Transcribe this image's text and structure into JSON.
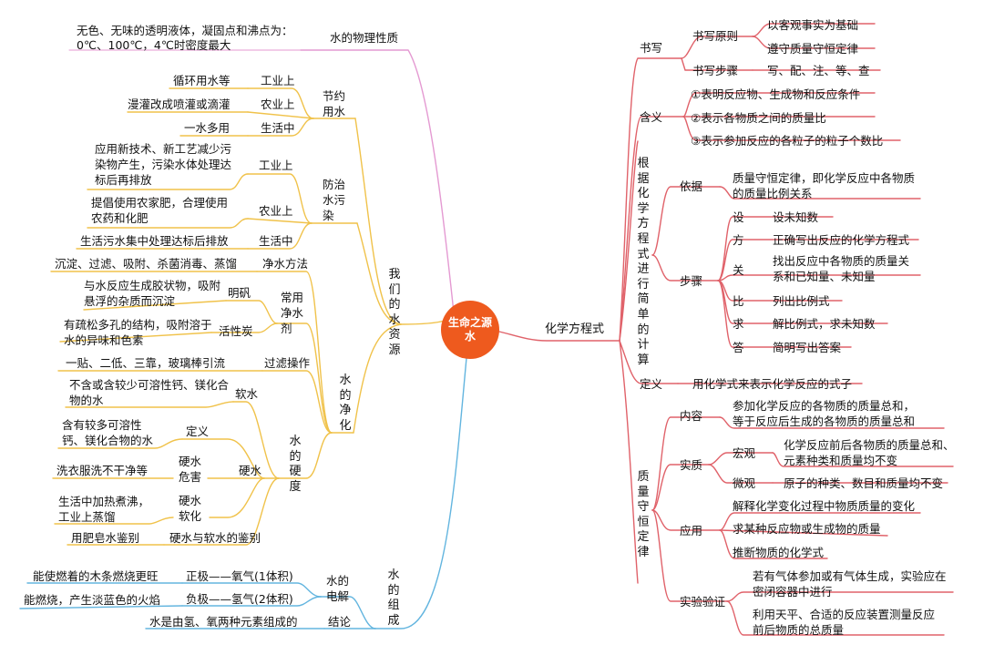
{
  "center": {
    "line1": "生命之源",
    "line2": "水"
  },
  "colors": {
    "center": "#ee5a1e",
    "physical": "#e49ad2",
    "resources": "#f0c24a",
    "composition": "#63b5df",
    "equation": "#e0626a"
  },
  "physical": {
    "label": "水的物理性质",
    "desc_line1": "无色、无味的透明液体，凝固点和沸点为：",
    "desc_line2": "0℃、100℃，4℃时密度最大"
  },
  "resources": {
    "label": "我们的水资源",
    "save": {
      "label": "节约用水",
      "items": [
        {
          "field": "工业上",
          "text": "循环用水等"
        },
        {
          "field": "农业上",
          "text": "漫灌改成喷灌或滴灌"
        },
        {
          "field": "生活中",
          "text": "一水多用"
        }
      ]
    },
    "pollution": {
      "label": "防治水污染",
      "items": [
        {
          "field": "工业上",
          "text": "应用新技术、新工艺减少污染物产生，污染水体处理达标后再排放"
        },
        {
          "field": "农业上",
          "text": "提倡使用农家肥，合理使用农药和化肥"
        },
        {
          "field": "生活中",
          "text": "生活污水集中处理达标后排放"
        }
      ]
    },
    "purify": {
      "label": "水的净化",
      "methods": {
        "label": "净水方法",
        "text": "沉淀、过滤、吸附、杀菌消毒、蒸馏"
      },
      "agents": {
        "label": "常用净水剂",
        "items": [
          {
            "name": "明矾",
            "text": "与水反应生成胶状物，吸附悬浮的杂质而沉淀"
          },
          {
            "name": "活性炭",
            "text": "有疏松多孔的结构，吸附溶于水的异味和色素"
          }
        ]
      },
      "filter": {
        "label": "过滤操作",
        "text": "一贴、二低、三靠，玻璃棒引流"
      },
      "hardness": {
        "label": "水的硬度",
        "soft": {
          "label": "软水",
          "text": "不含或含较少可溶性钙、镁化合物的水"
        },
        "hard": {
          "label": "硬水",
          "items": [
            {
              "name": "定义",
              "text": "含有较多可溶性钙、镁化合物的水"
            },
            {
              "name": "硬水危害",
              "text": "洗衣服洗不干净等"
            },
            {
              "name": "硬水软化",
              "text": "生活中加热煮沸，工业上蒸馏"
            }
          ]
        },
        "distinguish": {
          "label": "硬水与软水的鉴别",
          "text": "用肥皂水鉴别"
        }
      }
    }
  },
  "composition": {
    "label": "水的组成",
    "electrolysis": {
      "label": "水的电解",
      "items": [
        {
          "pole": "正极——氧气(1体积)",
          "text": "能使燃着的木条燃烧更旺"
        },
        {
          "pole": "负极——氢气(2体积)",
          "text": "能燃烧，产生淡蓝色的火焰"
        }
      ]
    },
    "conclusion": {
      "label": "结论",
      "text": "水是由氢、氧两种元素组成的"
    }
  },
  "equation": {
    "label": "化学方程式",
    "writing": {
      "label": "书写",
      "principle": {
        "label": "书写原则",
        "items": [
          "以客观事实为基础",
          "遵守质量守恒定律"
        ]
      },
      "steps": {
        "label": "书写步骤",
        "text": "写、配、注、等、查"
      }
    },
    "meaning": {
      "label": "含义",
      "items": [
        "①表明反应物、生成物和反应条件",
        "②表示各物质之间的质量比",
        "③表示参加反应的各粒子的粒子个数比"
      ]
    },
    "calculation": {
      "label": "根据化学方程式进行简单的计算",
      "basis": {
        "label": "依据",
        "text": "质量守恒定律，即化学反应中各物质的质量比例关系"
      },
      "steps": {
        "label": "步骤",
        "items": [
          {
            "key": "设",
            "text": "设未知数"
          },
          {
            "key": "方",
            "text": "正确写出反应的化学方程式"
          },
          {
            "key": "关",
            "text": "找出反应中各物质的质量关系和已知量、未知量"
          },
          {
            "key": "比",
            "text": "列出比例式"
          },
          {
            "key": "求",
            "text": "解比例式，求未知数"
          },
          {
            "key": "答",
            "text": "简明写出答案"
          }
        ]
      }
    },
    "definition": {
      "label": "定义",
      "text": "用化学式来表示化学反应的式子"
    },
    "conservation": {
      "label": "质量守恒定律",
      "content": {
        "label": "内容",
        "text": "参加化学反应的各物质的质量总和，等于反应后生成的各物质的质量总和"
      },
      "essence": {
        "label": "实质",
        "macro": {
          "label": "宏观",
          "text": "化学反应前后各物质的质量总和、元素种类和质量均不变"
        },
        "micro": {
          "label": "微观",
          "text": "原子的种类、数目和质量均不变"
        }
      },
      "application": {
        "label": "应用",
        "items": [
          "解释化学变化过程中物质质量的变化",
          "求某种反应物或生成物的质量",
          "推断物质的化学式"
        ]
      },
      "experiment": {
        "label": "实验验证",
        "items": [
          "若有气体参加或有气体生成，实验应在密闭容器中进行",
          "利用天平、合适的反应装置测量反应前后物质的总质量"
        ]
      }
    }
  }
}
